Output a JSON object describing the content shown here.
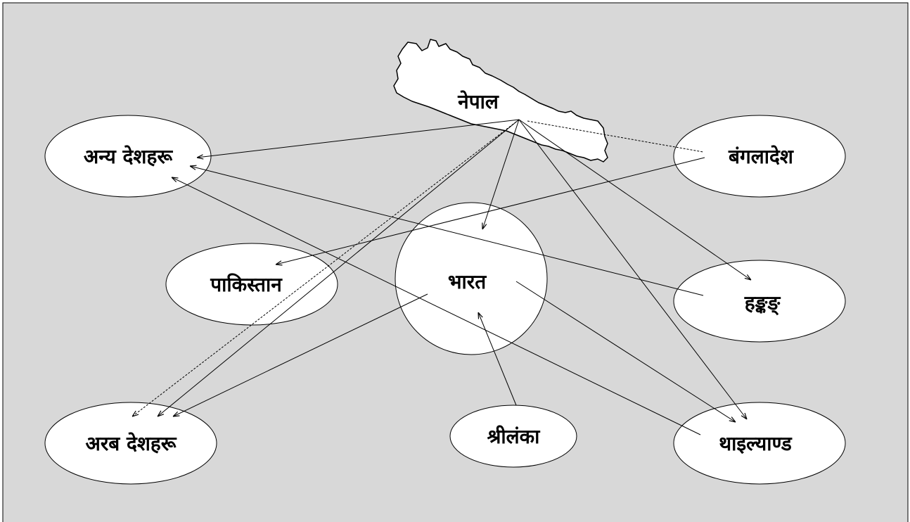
{
  "colors": {
    "background": "#d8d8d8",
    "node_fill": "#ffffff",
    "stroke": "#000000"
  },
  "nodes": {
    "nepal": "नेपाल",
    "anya": "अन्य देशहरू",
    "bangladesh": "बंगलादेश",
    "pakistan": "पाकिस्तान",
    "bharat": "भारत",
    "hongkong": "हङ्कङ्",
    "arab": "अरब देशहरू",
    "srilanka": "श्रीलंका",
    "thailand": "थाइल्याण्ड"
  }
}
